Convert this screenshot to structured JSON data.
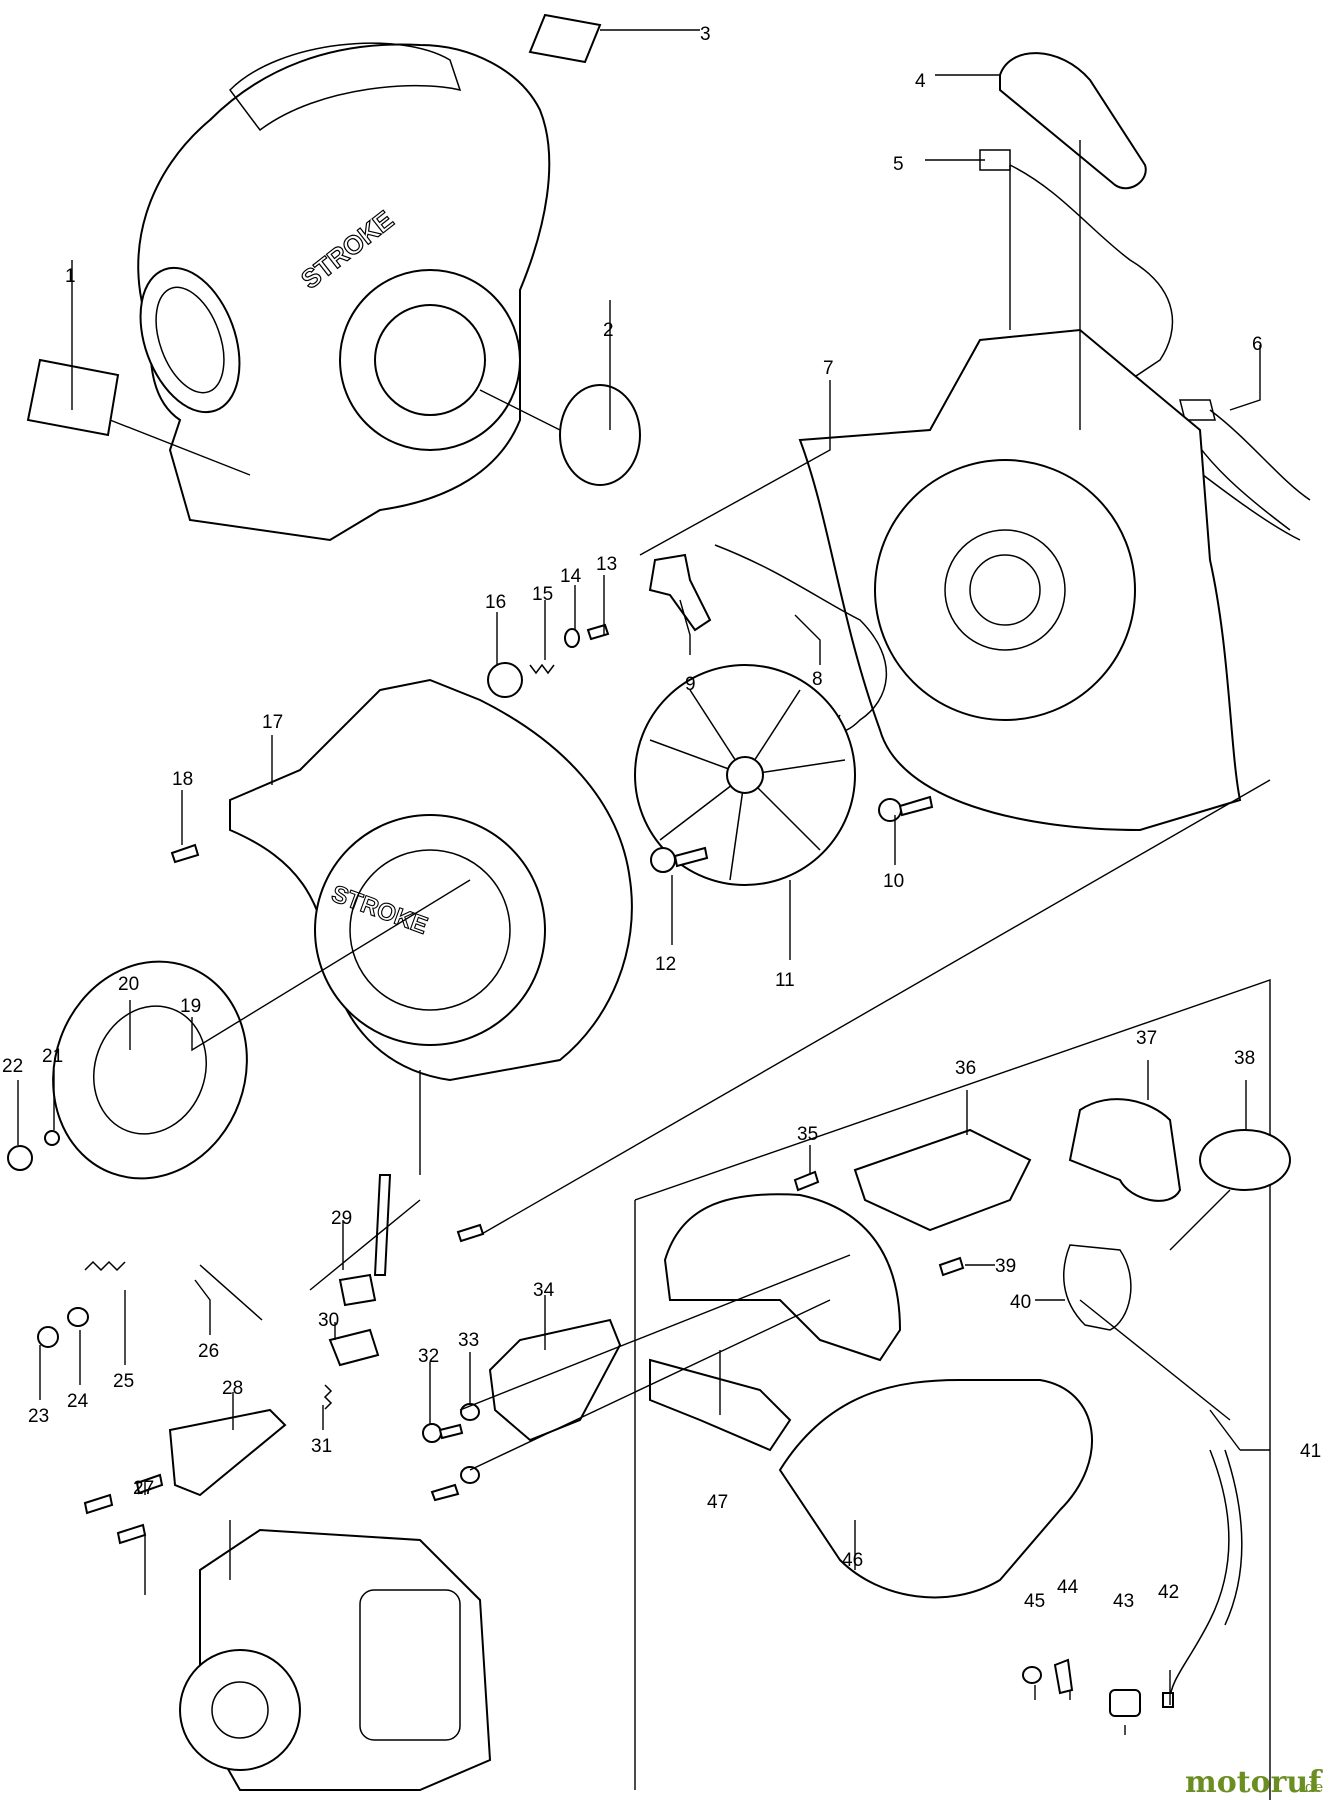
{
  "labels": [
    "1",
    "2",
    "3",
    "4",
    "5",
    "6",
    "7",
    "8",
    "9",
    "10",
    "11",
    "12",
    "13",
    "14",
    "15",
    "16",
    "17",
    "18",
    "19",
    "20",
    "21",
    "22",
    "23",
    "24",
    "25",
    "26",
    "27",
    "28",
    "29",
    "30",
    "31",
    "32",
    "33",
    "34",
    "35",
    "36",
    "37",
    "38",
    "39",
    "40",
    "41",
    "42",
    "43",
    "44",
    "45",
    "46",
    "47"
  ],
  "housing_text": "STROKE",
  "watermark": {
    "main": "motoruf",
    "suffix": ".de",
    "color": "#6b8e23"
  }
}
